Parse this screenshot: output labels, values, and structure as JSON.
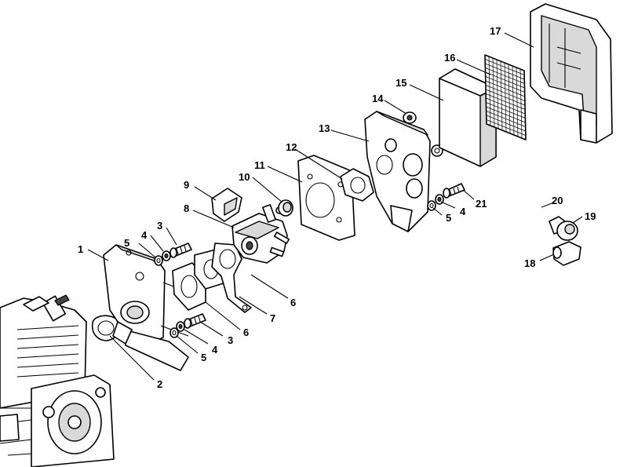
{
  "colors": {
    "line": "#000000",
    "background": "#ffffff",
    "shade": "#d9d9d9"
  },
  "callouts": [
    {
      "id": "c1",
      "label": "1"
    },
    {
      "id": "c2",
      "label": "2"
    },
    {
      "id": "c3a",
      "label": "3"
    },
    {
      "id": "c3b",
      "label": "3"
    },
    {
      "id": "c4a",
      "label": "4"
    },
    {
      "id": "c4b",
      "label": "4"
    },
    {
      "id": "c4c",
      "label": "4"
    },
    {
      "id": "c5a",
      "label": "5"
    },
    {
      "id": "c5b",
      "label": "5"
    },
    {
      "id": "c5c",
      "label": "5"
    },
    {
      "id": "c6a",
      "label": "6"
    },
    {
      "id": "c6b",
      "label": "6"
    },
    {
      "id": "c7",
      "label": "7"
    },
    {
      "id": "c8",
      "label": "8"
    },
    {
      "id": "c9",
      "label": "9"
    },
    {
      "id": "c10",
      "label": "10"
    },
    {
      "id": "c11",
      "label": "11"
    },
    {
      "id": "c12",
      "label": "12"
    },
    {
      "id": "c13",
      "label": "13"
    },
    {
      "id": "c14",
      "label": "14"
    },
    {
      "id": "c15",
      "label": "15"
    },
    {
      "id": "c16",
      "label": "16"
    },
    {
      "id": "c17",
      "label": "17"
    },
    {
      "id": "c18",
      "label": "18"
    },
    {
      "id": "c19",
      "label": "19"
    },
    {
      "id": "c20",
      "label": "20"
    },
    {
      "id": "c21",
      "label": "21"
    }
  ]
}
